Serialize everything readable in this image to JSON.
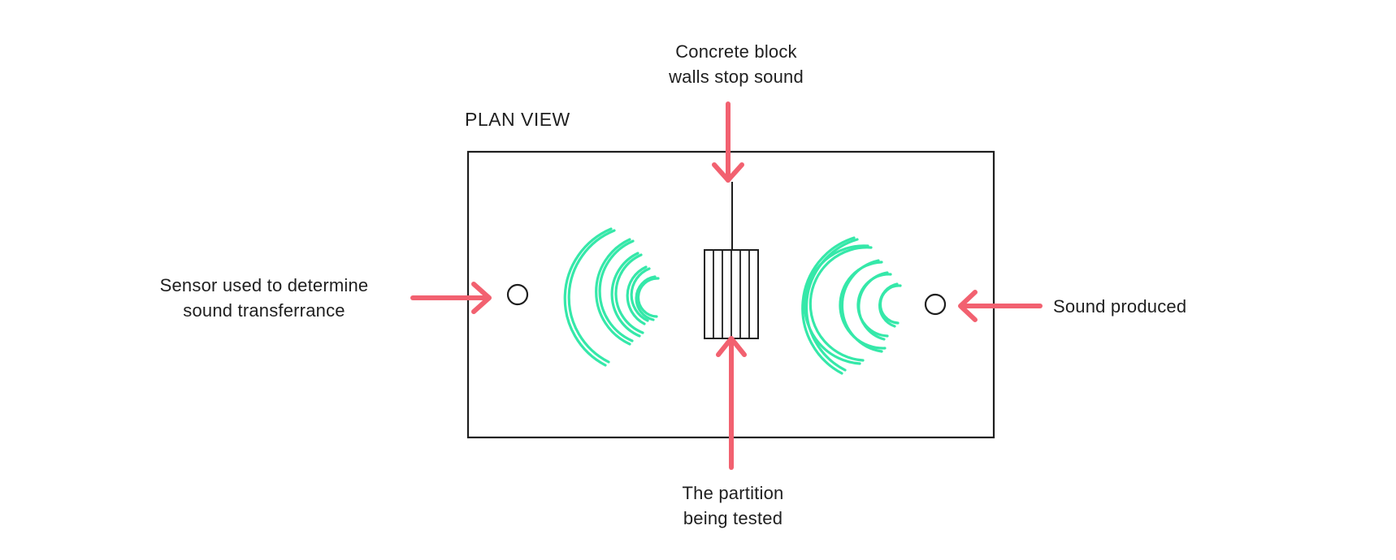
{
  "diagram": {
    "title": "PLAN VIEW",
    "labels": {
      "concrete_walls": [
        "Concrete block",
        "walls stop sound"
      ],
      "sensor": [
        "Sensor used to determine",
        "sound transferrance"
      ],
      "sound_produced": [
        "Sound produced"
      ],
      "partition": [
        "The partition",
        "being tested"
      ]
    },
    "colors": {
      "arrow": "#f26170",
      "wave": "#35e8a9",
      "outline": "#1e1e1e",
      "background": "#ffffff"
    },
    "icons": [
      "arrow-icon",
      "sound-wave-icon",
      "sensor-circle-icon",
      "sound-source-circle-icon",
      "partition-panel-icon"
    ]
  }
}
